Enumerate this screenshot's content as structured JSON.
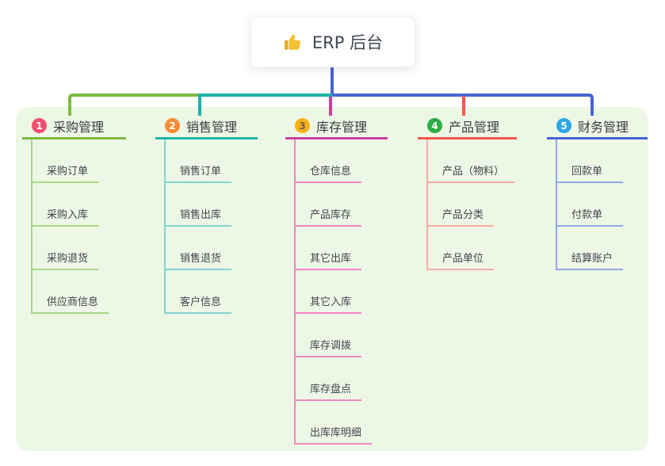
{
  "root": {
    "label": "ERP 后台",
    "icon": "thumbs-up-icon"
  },
  "colors": {
    "panel_bg": "#ecf7e6",
    "rail_blue": "#4a63d8",
    "root_text": "#3d4756",
    "thumb_yellow": "#f5c02f",
    "thumb_yellow_dark": "#e8a91e"
  },
  "branches": [
    {
      "badge": "1",
      "label": "采购管理",
      "color": "#7cba3f",
      "light_color": "#a9d585",
      "badge_color": "#f0506e",
      "badge_text_color": "#ffffff",
      "children": [
        "采购订单",
        "采购入库",
        "采购退货",
        "供应商信息"
      ]
    },
    {
      "badge": "2",
      "label": "销售管理",
      "color": "#1cb3a8",
      "light_color": "#83d5cd",
      "badge_color": "#fa8c35",
      "badge_text_color": "#ffffff",
      "children": [
        "销售订单",
        "销售出库",
        "销售退货",
        "客户信息"
      ]
    },
    {
      "badge": "3",
      "label": "库存管理",
      "color": "#cc3e9e",
      "light_color": "#f287c0",
      "badge_color": "#f9b115",
      "badge_text_color": "#6e6253",
      "children": [
        "仓库信息",
        "产品库存",
        "其它出库",
        "其它入库",
        "库存调拨",
        "库存盘点",
        "出库库明细"
      ]
    },
    {
      "badge": "4",
      "label": "产品管理",
      "color": "#f2564c",
      "light_color": "#f8aaa3",
      "badge_color": "#2ead44",
      "badge_text_color": "#ffffff",
      "children": [
        "产品（物料）",
        "产品分类",
        "产品单位"
      ]
    },
    {
      "badge": "5",
      "label": "财务管理",
      "color": "#4a63d8",
      "light_color": "#93a7e4",
      "badge_color": "#2ba7e8",
      "badge_text_color": "#ffffff",
      "children": [
        "回款单",
        "付款单",
        "结算账户"
      ]
    }
  ]
}
